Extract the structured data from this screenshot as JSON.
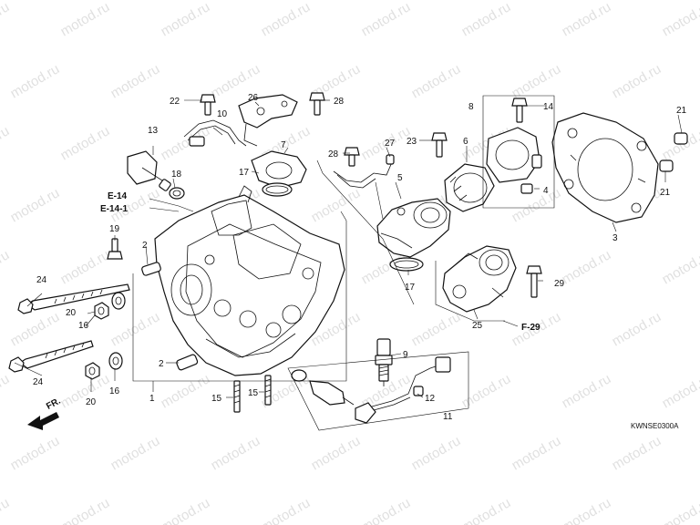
{
  "watermark": "motod.ru",
  "diagram_code": "KWNSE0300A",
  "front_label": "FR.",
  "callouts": [
    {
      "id": "c1",
      "label": "1"
    },
    {
      "id": "c2a",
      "label": "2"
    },
    {
      "id": "c2b",
      "label": "2"
    },
    {
      "id": "c3",
      "label": "3"
    },
    {
      "id": "c4",
      "label": "4"
    },
    {
      "id": "c5",
      "label": "5"
    },
    {
      "id": "c6",
      "label": "6"
    },
    {
      "id": "c7",
      "label": "7"
    },
    {
      "id": "c8",
      "label": "8"
    },
    {
      "id": "c9",
      "label": "9"
    },
    {
      "id": "c10",
      "label": "10"
    },
    {
      "id": "c11",
      "label": "11"
    },
    {
      "id": "c12",
      "label": "12"
    },
    {
      "id": "c13",
      "label": "13"
    },
    {
      "id": "c14",
      "label": "14"
    },
    {
      "id": "c15a",
      "label": "15"
    },
    {
      "id": "c15b",
      "label": "15"
    },
    {
      "id": "c16a",
      "label": "16"
    },
    {
      "id": "c16b",
      "label": "16"
    },
    {
      "id": "c17a",
      "label": "17"
    },
    {
      "id": "c17b",
      "label": "17"
    },
    {
      "id": "c18",
      "label": "18"
    },
    {
      "id": "c19",
      "label": "19"
    },
    {
      "id": "c20a",
      "label": "20"
    },
    {
      "id": "c20b",
      "label": "20"
    },
    {
      "id": "c21a",
      "label": "21"
    },
    {
      "id": "c21b",
      "label": "21"
    },
    {
      "id": "c22",
      "label": "22"
    },
    {
      "id": "c23",
      "label": "23"
    },
    {
      "id": "c24a",
      "label": "24"
    },
    {
      "id": "c24b",
      "label": "24"
    },
    {
      "id": "c25",
      "label": "25"
    },
    {
      "id": "c26",
      "label": "26"
    },
    {
      "id": "c27",
      "label": "27"
    },
    {
      "id": "c28a",
      "label": "28"
    },
    {
      "id": "c28b",
      "label": "28"
    },
    {
      "id": "c29",
      "label": "29"
    }
  ],
  "references": [
    {
      "id": "r-e14",
      "label": "E-14"
    },
    {
      "id": "r-e141",
      "label": "E-14-1"
    },
    {
      "id": "r-f29",
      "label": "F-29"
    }
  ]
}
